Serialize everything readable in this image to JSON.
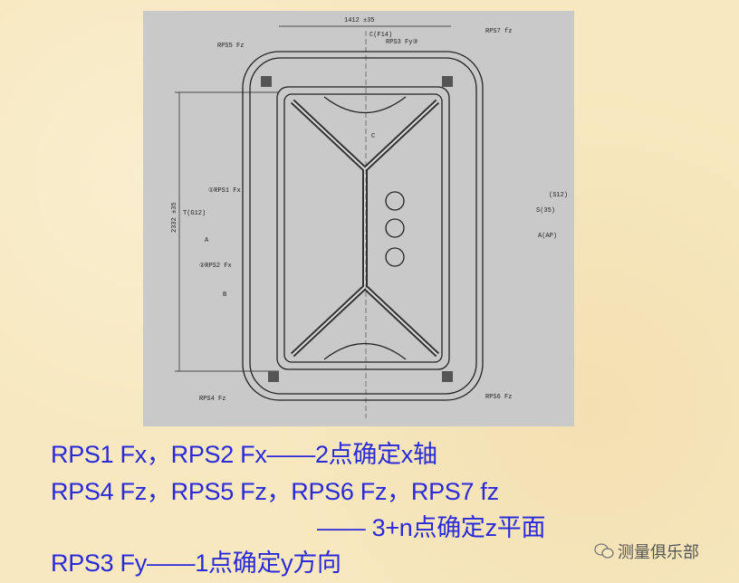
{
  "drawing": {
    "labels": {
      "width_dim": "1412 ±35",
      "height_dim": "2332 ±35",
      "c_mark": "C(F14)",
      "rps3": "RPS3 Fy③",
      "rps5": "RPS5 Fz",
      "rps7": "RPS7 fz",
      "rps1": "①RPS1 Fx",
      "rps2": "②RPS2 Fx",
      "rps4": "RPS4 Fz",
      "rps6": "RPS6 Fz",
      "t_mark": "T(G12)",
      "a_mark": "A",
      "a_right": "A(AP)",
      "b_mark": "B",
      "s_mark": "S(35)",
      "s12": "(S12)",
      "c_bottom": "C"
    }
  },
  "text": {
    "line1": "RPS1 Fx，RPS2 Fx——2点确定x轴",
    "line2": "RPS4 Fz，RPS5 Fz，RPS6 Fz，RPS7 fz",
    "line3": "—— 3+n点确定z平面",
    "line4": "RPS3 Fy——1点确定y方向"
  },
  "watermark": {
    "icon": "wechat-icon",
    "text": "测量俱乐部"
  },
  "colors": {
    "text": "#2a2ad8",
    "background": "#f7e8bf",
    "drawing_bg": "#c9c9c9"
  }
}
